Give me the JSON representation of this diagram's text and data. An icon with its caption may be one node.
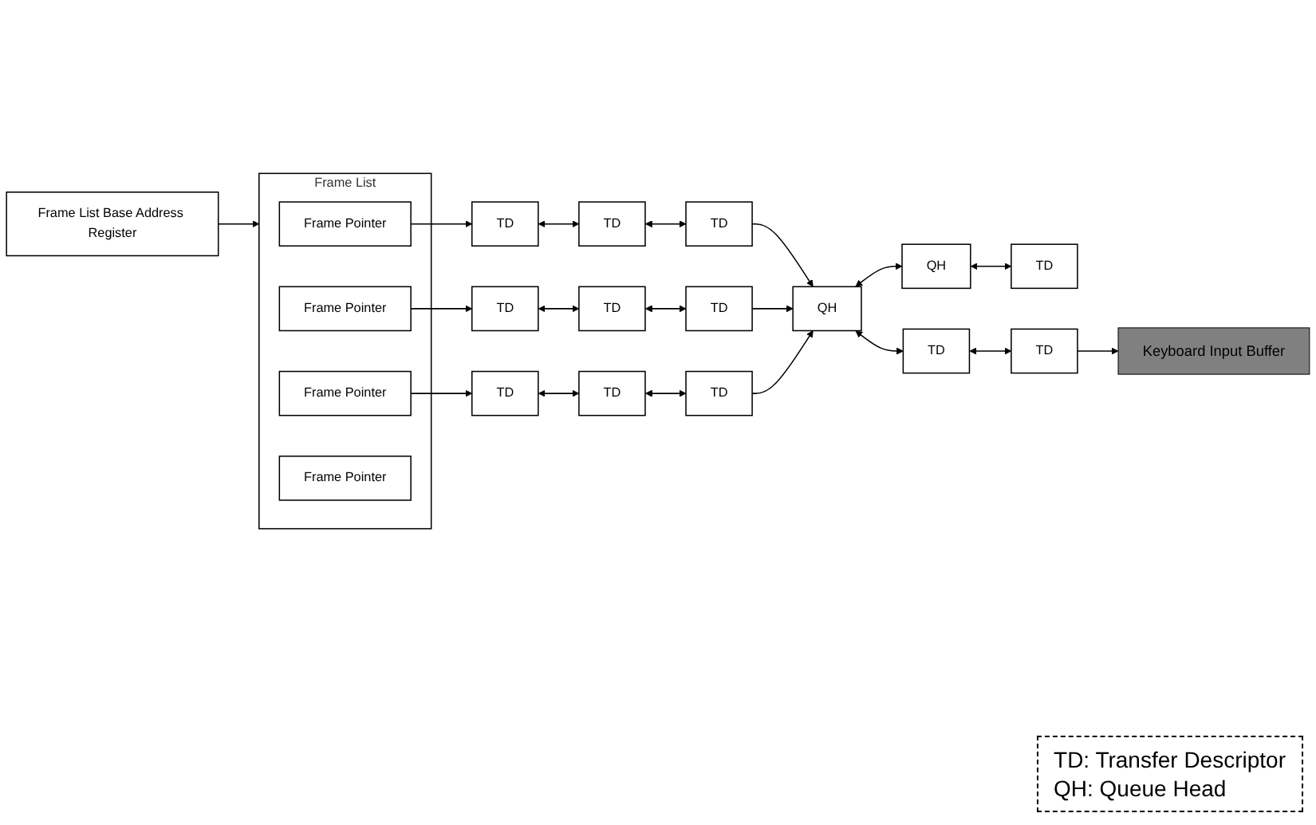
{
  "diagram": {
    "nodes": [
      {
        "text": [
          "Frame List"
        ]
      },
      {
        "text": [
          "Frame Pointer"
        ],
        "in": 0
      },
      {
        "text": [
          "Frame Pointer"
        ],
        "in": 0
      },
      {
        "text": [
          "Frame Pointer"
        ],
        "in": 0
      },
      {
        "text": [
          "Frame Pointer"
        ],
        "in": 0
      },
      {
        "text": [
          "Frame List Base Address Register"
        ]
      },
      {
        "text": [
          "TD"
        ]
      },
      {
        "text": [
          "TD"
        ]
      },
      {
        "text": [
          "TD"
        ]
      },
      {
        "text": [
          "TD"
        ]
      },
      {
        "text": [
          "TD"
        ]
      },
      {
        "text": [
          "TD"
        ]
      },
      {
        "text": [
          "TD"
        ]
      },
      {
        "text": [
          "TD"
        ]
      },
      {
        "text": [
          "TD"
        ]
      },
      {
        "text": [
          "QH"
        ]
      },
      {
        "text": [
          "QH"
        ]
      },
      {
        "text": [
          "TD"
        ]
      },
      {
        "text": [
          "TD"
        ]
      },
      {
        "text": [
          "TD"
        ]
      },
      {
        "text": [
          "Keyboard Input Buffer"
        ]
      }
    ],
    "edges": [
      {
        "from": 5,
        "to": 0,
        "arrow": "to"
      },
      {
        "from": 1,
        "to": 6,
        "arrow": "to"
      },
      {
        "from": 2,
        "to": 12,
        "arrow": "to"
      },
      {
        "from": 3,
        "to": 9,
        "arrow": "to"
      },
      {
        "from": 6,
        "to": 7,
        "arrow": "both"
      },
      {
        "from": 7,
        "to": 8,
        "arrow": "both"
      },
      {
        "from": 9,
        "to": 10,
        "arrow": "both"
      },
      {
        "from": 10,
        "to": 11,
        "arrow": "both"
      },
      {
        "from": 12,
        "to": 13,
        "arrow": "both"
      },
      {
        "from": 13,
        "to": 14,
        "arrow": "both"
      },
      {
        "from": 8,
        "to": 15,
        "arrow": "to"
      },
      {
        "from": 11,
        "to": 15,
        "arrow": "to"
      },
      {
        "from": 14,
        "to": 15,
        "arrow": "to"
      },
      {
        "from": 15,
        "to": 16,
        "arrow": "both"
      },
      {
        "from": 15,
        "to": 17,
        "arrow": "both"
      },
      {
        "from": 16,
        "to": 18,
        "arrow": "both"
      },
      {
        "from": 17,
        "to": 19,
        "arrow": "both"
      },
      {
        "from": 19,
        "to": 20,
        "arrow": "to"
      }
    ],
    "labels": [
      "TD: Transfer Descriptor",
      "QH: Queue Head"
    ]
  }
}
